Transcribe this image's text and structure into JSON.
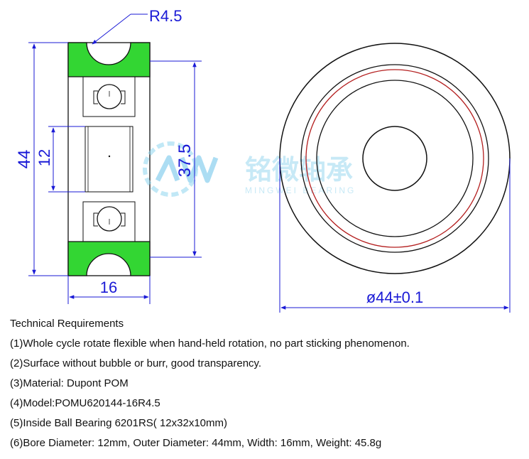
{
  "drawing": {
    "dimensions": {
      "groove_radius": "R4.5",
      "outer_height": "44",
      "bore": "12",
      "groove_diameter": "37.5",
      "width": "16",
      "outer_diameter": "ø44±0.1"
    },
    "watermark": {
      "name_cn": "铭微轴承",
      "name_en": "MINGWEI BEARING"
    },
    "colors": {
      "dimension": "#1a1ad6",
      "tire": "#33d633",
      "red_circle": "#b41e1e",
      "outline": "#111111"
    }
  },
  "requirements": {
    "title": "Technical Requirements",
    "items": [
      "(1)Whole cycle rotate flexible when hand-held rotation, no part sticking phenomenon.",
      "(2)Surface without bubble or burr, good transparency.",
      "(3)Material: Dupont POM",
      "(4)Model:POMU620144-16R4.5",
      "(5)Inside Ball Bearing 6201RS( 12x32x10mm)",
      "(6)Bore Diameter: 12mm, Outer Diameter: 44mm, Width: 16mm, Weight: 45.8g"
    ]
  }
}
